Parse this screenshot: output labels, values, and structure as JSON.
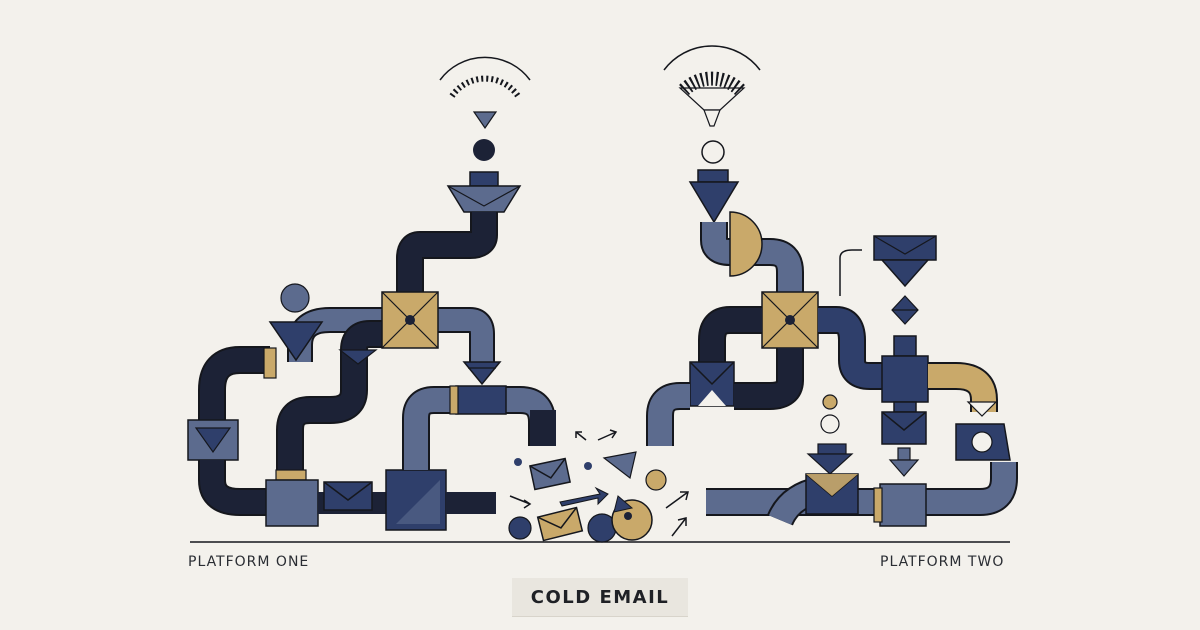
{
  "labels": {
    "left_platform": "PLATFORM ONE",
    "right_platform": "PLATFORM TWO",
    "center": "COLD EMAIL"
  },
  "colors": {
    "background": "#f3f1ec",
    "dark_navy": "#1c2236",
    "navy": "#2f3f6b",
    "slate": "#5c6b8e",
    "gold": "#c9a96a",
    "outline": "#15171d"
  },
  "icons": [
    "wifi-signal-icon",
    "funnel-icon",
    "envelope-icon",
    "arrow-icon",
    "circle-icon",
    "diamond-icon"
  ]
}
